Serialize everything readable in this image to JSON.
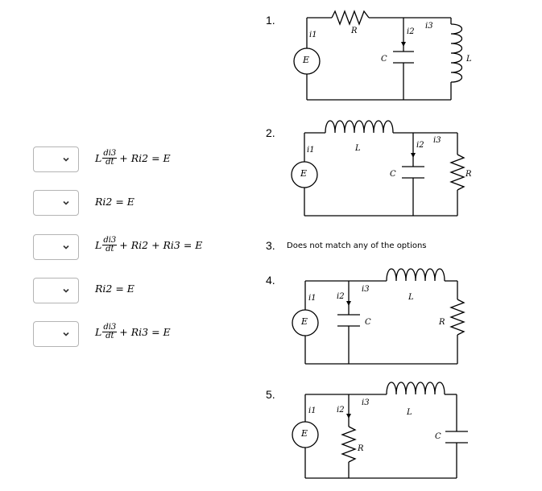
{
  "matching": {
    "rows": [
      {
        "selected": "",
        "equation": {
          "coef": "L",
          "num": "di3",
          "den": "dt",
          "rest": "+ Ri2 = E"
        }
      },
      {
        "selected": "",
        "equation": {
          "plain": "Ri2 = E"
        }
      },
      {
        "selected": "",
        "equation": {
          "coef": "L",
          "num": "di3",
          "den": "dt",
          "rest": "+ Ri2 + Ri3 = E"
        }
      },
      {
        "selected": "",
        "equation": {
          "plain": "Ri2 = E"
        }
      },
      {
        "selected": "",
        "equation": {
          "coef": "L",
          "num": "di3",
          "den": "dt",
          "rest": "+ Ri3 = E"
        }
      }
    ]
  },
  "options": [
    {
      "number": "1.",
      "source": "E",
      "labels": {
        "i1": "i1",
        "i2": "i2",
        "i3": "i3",
        "R": "R",
        "C": "C",
        "L": "L"
      }
    },
    {
      "number": "2.",
      "source": "E",
      "labels": {
        "i1": "i1",
        "i2": "i2",
        "i3": "i3",
        "R": "R",
        "C": "C",
        "L": "L"
      }
    },
    {
      "number": "3.",
      "text": "Does not match any of the options"
    },
    {
      "number": "4.",
      "source": "E",
      "labels": {
        "i1": "i1",
        "i2": "i2",
        "i3": "i3",
        "R": "R",
        "C": "C",
        "L": "L"
      }
    },
    {
      "number": "5.",
      "source": "E",
      "labels": {
        "i1": "i1",
        "i2": "i2",
        "i3": "i3",
        "R": "R",
        "C": "C",
        "L": "L"
      }
    }
  ],
  "icons": {
    "dropdown": "chevron-down-icon"
  }
}
